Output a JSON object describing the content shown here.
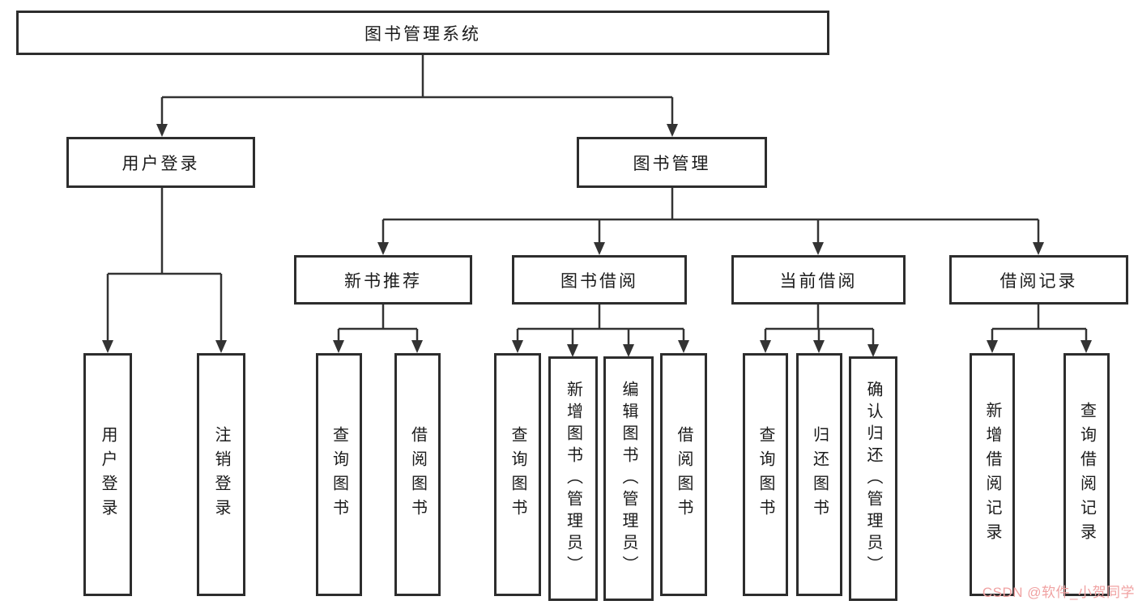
{
  "diagram": {
    "root": {
      "label": "图书管理系统"
    },
    "branches": [
      {
        "label": "用户登录",
        "children": [
          {
            "label": "用户登录"
          },
          {
            "label": "注销登录"
          }
        ]
      },
      {
        "label": "图书管理",
        "children": [
          {
            "label": "新书推荐",
            "children": [
              {
                "label": "查询图书"
              },
              {
                "label": "借阅图书"
              }
            ]
          },
          {
            "label": "图书借阅",
            "children": [
              {
                "label": "查询图书"
              },
              {
                "label": "新增图书（管理员）"
              },
              {
                "label": "编辑图书（管理员）"
              },
              {
                "label": "借阅图书"
              }
            ]
          },
          {
            "label": "当前借阅",
            "children": [
              {
                "label": "查询图书"
              },
              {
                "label": "归还图书"
              },
              {
                "label": "确认归还（管理员）"
              }
            ]
          },
          {
            "label": "借阅记录",
            "children": [
              {
                "label": "新增借阅记录"
              },
              {
                "label": "查询借阅记录"
              }
            ]
          }
        ]
      }
    ]
  },
  "watermark": {
    "text": "CSDN @软件_小贺同学"
  },
  "colors": {
    "line": "#333333",
    "border": "#2d2d2d",
    "text": "#1b1b1b",
    "watermark": "#f0a2a2"
  }
}
